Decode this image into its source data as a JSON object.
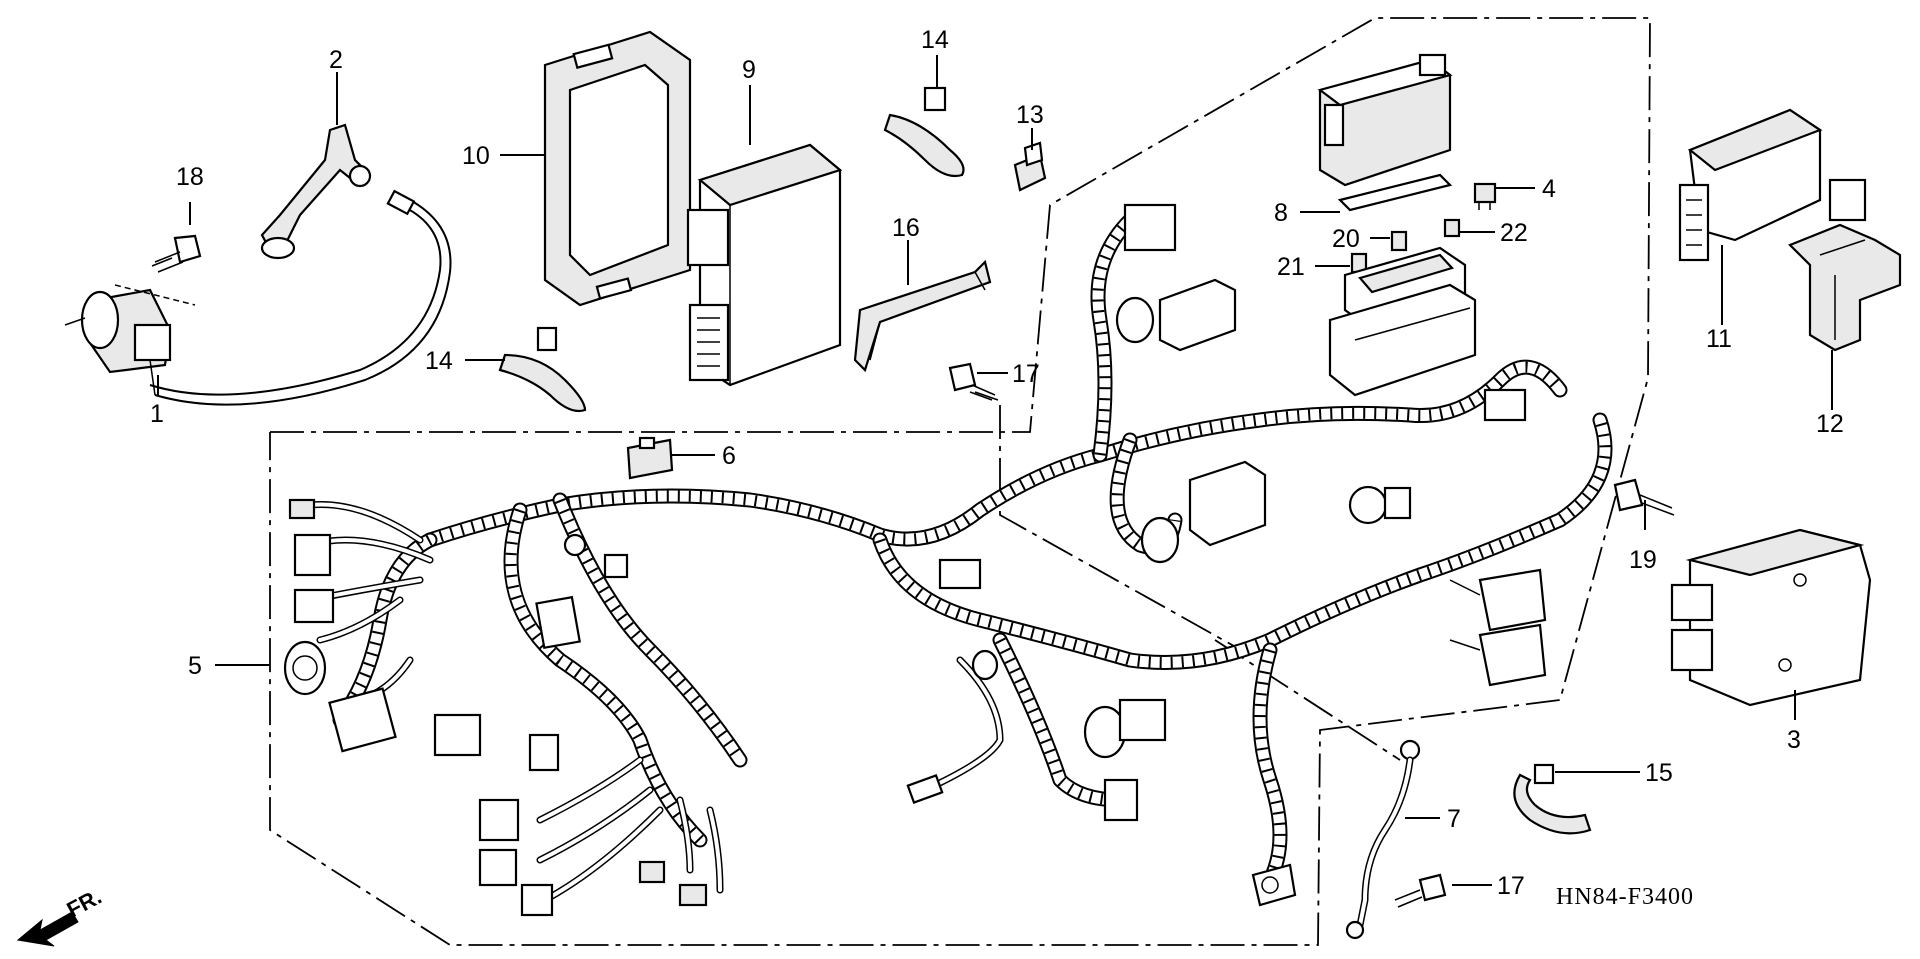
{
  "diagram_code": "HN84-F3400",
  "direction_label": "FR.",
  "callouts": [
    {
      "id": "c1",
      "label": "1"
    },
    {
      "id": "c2",
      "label": "2"
    },
    {
      "id": "c3",
      "label": "3"
    },
    {
      "id": "c4",
      "label": "4"
    },
    {
      "id": "c5",
      "label": "5"
    },
    {
      "id": "c6",
      "label": "6"
    },
    {
      "id": "c7",
      "label": "7"
    },
    {
      "id": "c8",
      "label": "8"
    },
    {
      "id": "c9",
      "label": "9"
    },
    {
      "id": "c10",
      "label": "10"
    },
    {
      "id": "c11",
      "label": "11"
    },
    {
      "id": "c12",
      "label": "12"
    },
    {
      "id": "c13",
      "label": "13"
    },
    {
      "id": "c14a",
      "label": "14"
    },
    {
      "id": "c14b",
      "label": "14"
    },
    {
      "id": "c15",
      "label": "15"
    },
    {
      "id": "c16",
      "label": "16"
    },
    {
      "id": "c17a",
      "label": "17"
    },
    {
      "id": "c17b",
      "label": "17"
    },
    {
      "id": "c18",
      "label": "18"
    },
    {
      "id": "c19",
      "label": "19"
    },
    {
      "id": "c20",
      "label": "20"
    },
    {
      "id": "c21",
      "label": "21"
    },
    {
      "id": "c22",
      "label": "22"
    }
  ]
}
